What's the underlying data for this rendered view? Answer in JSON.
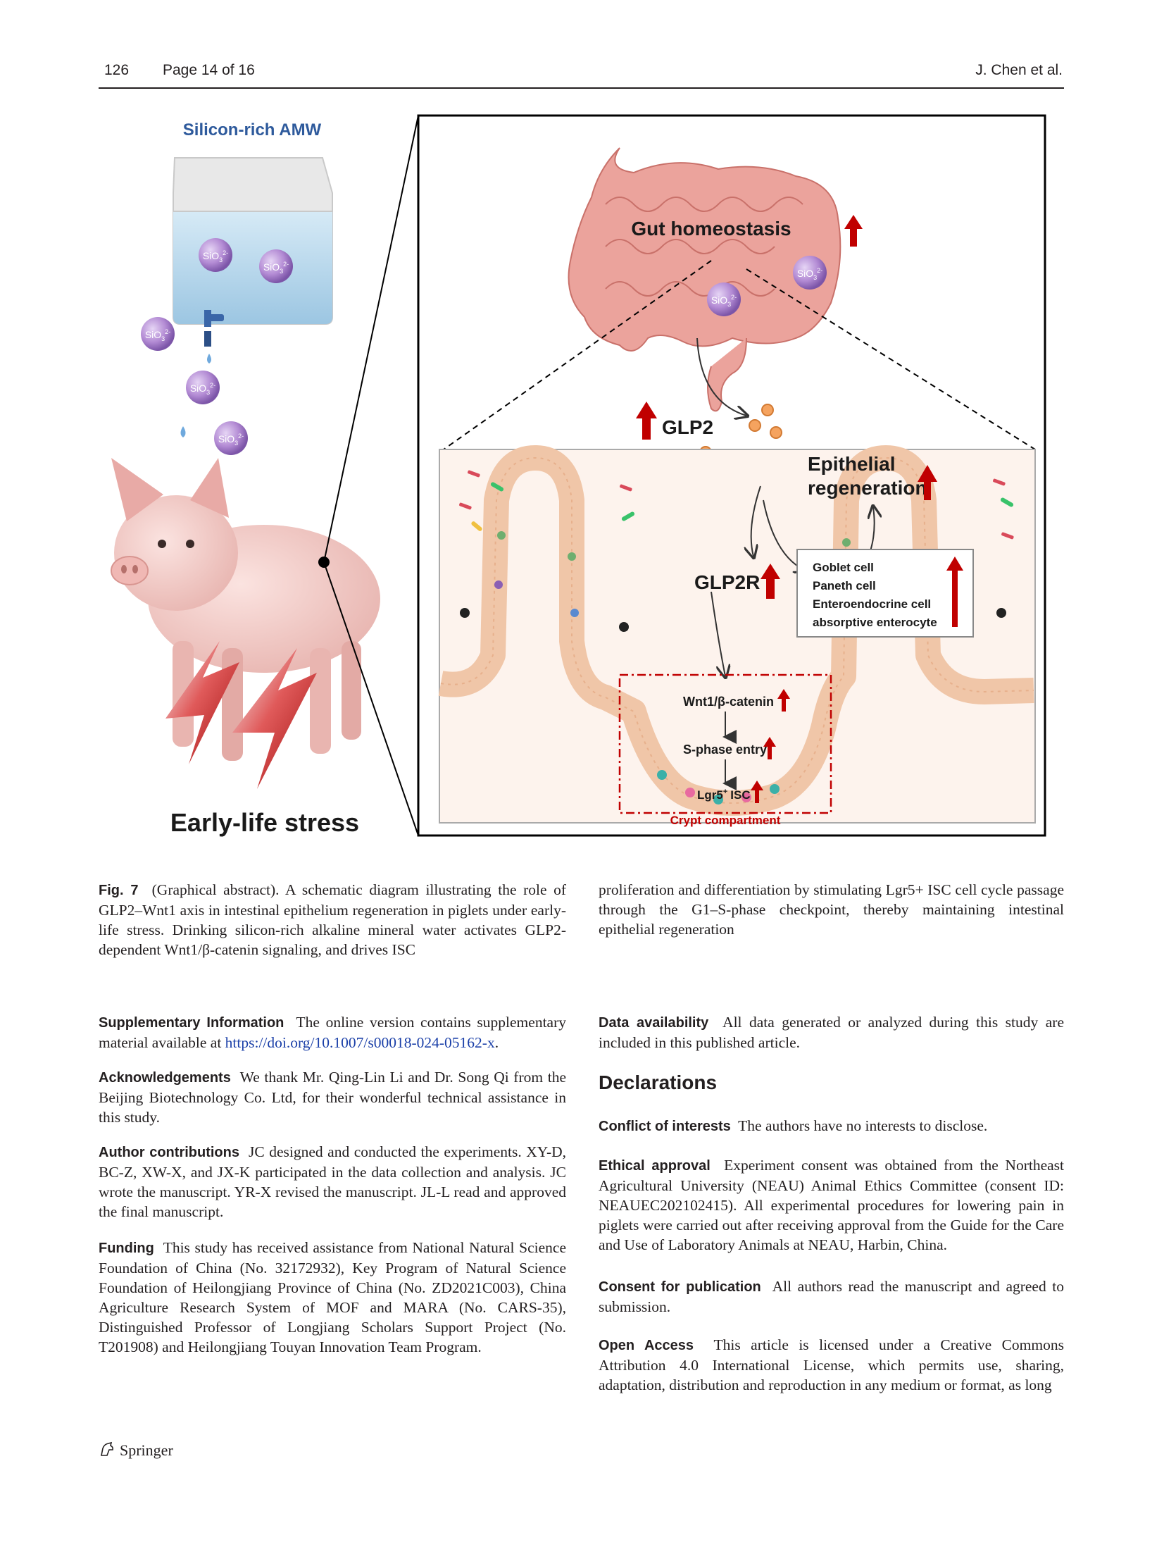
{
  "header": {
    "page_number": "126",
    "page_of": "Page 14 of 16",
    "authors": "J. Chen et al."
  },
  "figure": {
    "title": "Silicon-rich AMW",
    "ion_label": "SiO",
    "ion_sub": "3",
    "ion_sup": "2-",
    "stress_label": "Early-life stress",
    "gut_label": "Gut homeostasis",
    "glp2_label": "GLP2",
    "glp2r_label": "GLP2R",
    "epithelial_line1": "Epithelial",
    "epithelial_line2": "regeneration",
    "cell_types": [
      "Goblet cell",
      "Paneth cell",
      "Enteroendocrine cell",
      "absorptive enterocyte"
    ],
    "wnt_label": "Wnt1/β-catenin",
    "sphase_label": "S-phase entry",
    "lgr5_label": "Lgr5",
    "lgr5_sup": "+",
    "isc_label": "ISC",
    "crypt_label": "Crypt compartment",
    "colors": {
      "up_arrow": "#c00000",
      "gut": "#e8a09a",
      "villus": "#f8dcc8",
      "crypt_box": "#c00000",
      "ion": "#b38bd4",
      "water": "#a8cfe8"
    }
  },
  "caption": {
    "label": "Fig. 7",
    "text_left": "(Graphical abstract). A schematic diagram illustrating the role of GLP2–Wnt1 axis in intestinal epithelium regeneration in piglets under early-life stress. Drinking silicon-rich alkaline mineral water activates GLP2-dependent Wnt1/β-catenin signaling, and drives ISC",
    "text_right": "proliferation and differentiation by stimulating Lgr5+ ISC cell cycle passage through the G1–S-phase checkpoint, thereby maintaining intestinal epithelial regeneration"
  },
  "left_sections": [
    {
      "heading": "Supplementary Information",
      "text": "The online version contains supplementary material available at",
      "link": "https://doi.org/10.1007/s00018-024-05162-x",
      "tail": "."
    },
    {
      "heading": "Acknowledgements",
      "text": "We thank Mr. Qing-Lin Li and Dr. Song Qi from the Beijing Biotechnology Co. Ltd, for their wonderful technical assistance in this study."
    },
    {
      "heading": "Author contributions",
      "text": "JC designed and conducted the experiments. XY-D, BC-Z, XW-X, and JX-K participated in the data collection and analysis. JC wrote the manuscript. YR-X revised the manuscript. JL-L read and approved the final manuscript."
    },
    {
      "heading": "Funding",
      "text": "This study has received assistance from National Natural Science Foundation of China (No. 32172932), Key Program of Natural Science Foundation of Heilongjiang Province of China (No. ZD2021C003), China Agriculture Research System of MOF and MARA (No. CARS-35), Distinguished Professor of Longjiang Scholars Support Project (No. T201908) and Heilongjiang Touyan Innovation Team Program."
    }
  ],
  "right_sections": {
    "data_availability": {
      "heading": "Data availability",
      "text": "All data generated or analyzed during this study are included in this published article."
    },
    "declarations_title": "Declarations",
    "items": [
      {
        "heading": "Conflict of interests",
        "text": "The authors have no interests to disclose."
      },
      {
        "heading": "Ethical approval",
        "text": "Experiment consent was obtained from the Northeast Agricultural University (NEAU) Animal Ethics Committee (consent ID: NEAUEC202102415). All experimental procedures for lowering pain in piglets were carried out after receiving approval from the Guide for the Care and Use of Laboratory Animals at NEAU, Harbin, China."
      },
      {
        "heading": "Consent for publication",
        "text": "All authors read the manuscript and agreed to submission."
      },
      {
        "heading": "Open Access",
        "text": "This article is licensed under a Creative Commons Attribution 4.0 International License, which permits use, sharing, adaptation, distribution and reproduction in any medium or format, as long"
      }
    ]
  },
  "footer": {
    "publisher": "Springer"
  }
}
